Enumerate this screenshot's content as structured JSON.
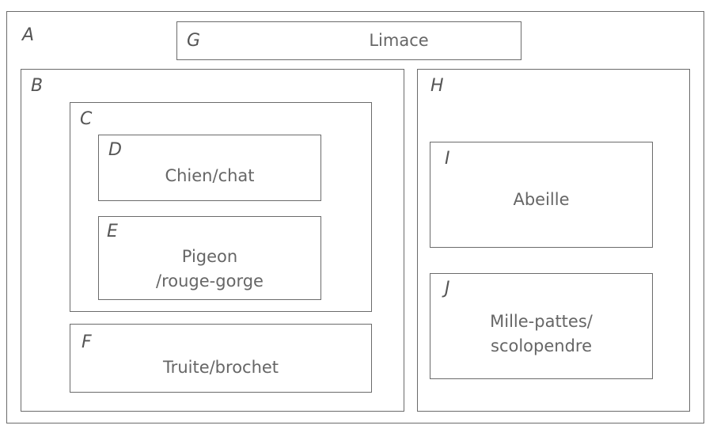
{
  "diagram": {
    "a": {
      "letter": "A"
    },
    "b": {
      "letter": "B"
    },
    "c": {
      "letter": "C"
    },
    "d": {
      "letter": "D",
      "text": "Chien/chat"
    },
    "e": {
      "letter": "E",
      "lines": [
        "Pigeon",
        "/rouge-gorge"
      ]
    },
    "f": {
      "letter": "F",
      "text": "Truite/brochet"
    },
    "g": {
      "letter": "G",
      "text": "Limace"
    },
    "h": {
      "letter": "H"
    },
    "i": {
      "letter": "I",
      "text": "Abeille"
    },
    "j": {
      "letter": "J",
      "lines": [
        "Mille-pattes/",
        "scolopendre"
      ]
    }
  },
  "colors": {
    "border": "#6b6b6b",
    "text": "#666666",
    "background": "#ffffff"
  }
}
